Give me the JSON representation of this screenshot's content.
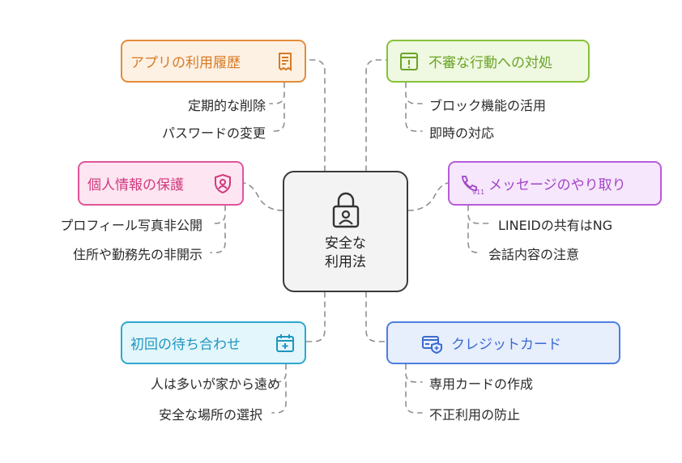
{
  "center": {
    "line1": "安全な",
    "line2": "利用法",
    "icon": "lock-user-icon"
  },
  "topics": {
    "app_history": {
      "label": "アプリの利用履歴",
      "icon": "receipt-icon",
      "color": "#e58b3a",
      "fill": "#fdf1e4",
      "items": [
        "定期的な削除",
        "パスワードの変更"
      ]
    },
    "personal_info": {
      "label": "個人情報の保護",
      "icon": "shield-user-icon",
      "color": "#e0559a",
      "fill": "#fde6f1",
      "items": [
        "プロフィール写真非公開",
        "住所や勤務先の非開示"
      ]
    },
    "first_meeting": {
      "label": "初回の待ち合わせ",
      "icon": "calendar-plus-icon",
      "color": "#2fa8cf",
      "fill": "#e3f6fb",
      "items": [
        "人は多いが家から遠め",
        "安全な場所の選択"
      ]
    },
    "suspicious": {
      "label": "不審な行動への対処",
      "icon": "alert-window-icon",
      "color": "#86c23a",
      "fill": "#eff8e0",
      "items": [
        "ブロック機能の活用",
        "即時の対応"
      ]
    },
    "messages": {
      "label": "メッセージのやり取り",
      "icon": "phone-911-icon",
      "color": "#b65cd9",
      "fill": "#f6e7fc",
      "items": [
        "LINEIDの共有はNG",
        "会話内容の注意"
      ]
    },
    "credit_card": {
      "label": "クレジットカード",
      "icon": "card-shield-icon",
      "color": "#4d7fde",
      "fill": "#e7eefc",
      "items": [
        "専用カードの作成",
        "不正利用の防止"
      ]
    }
  }
}
